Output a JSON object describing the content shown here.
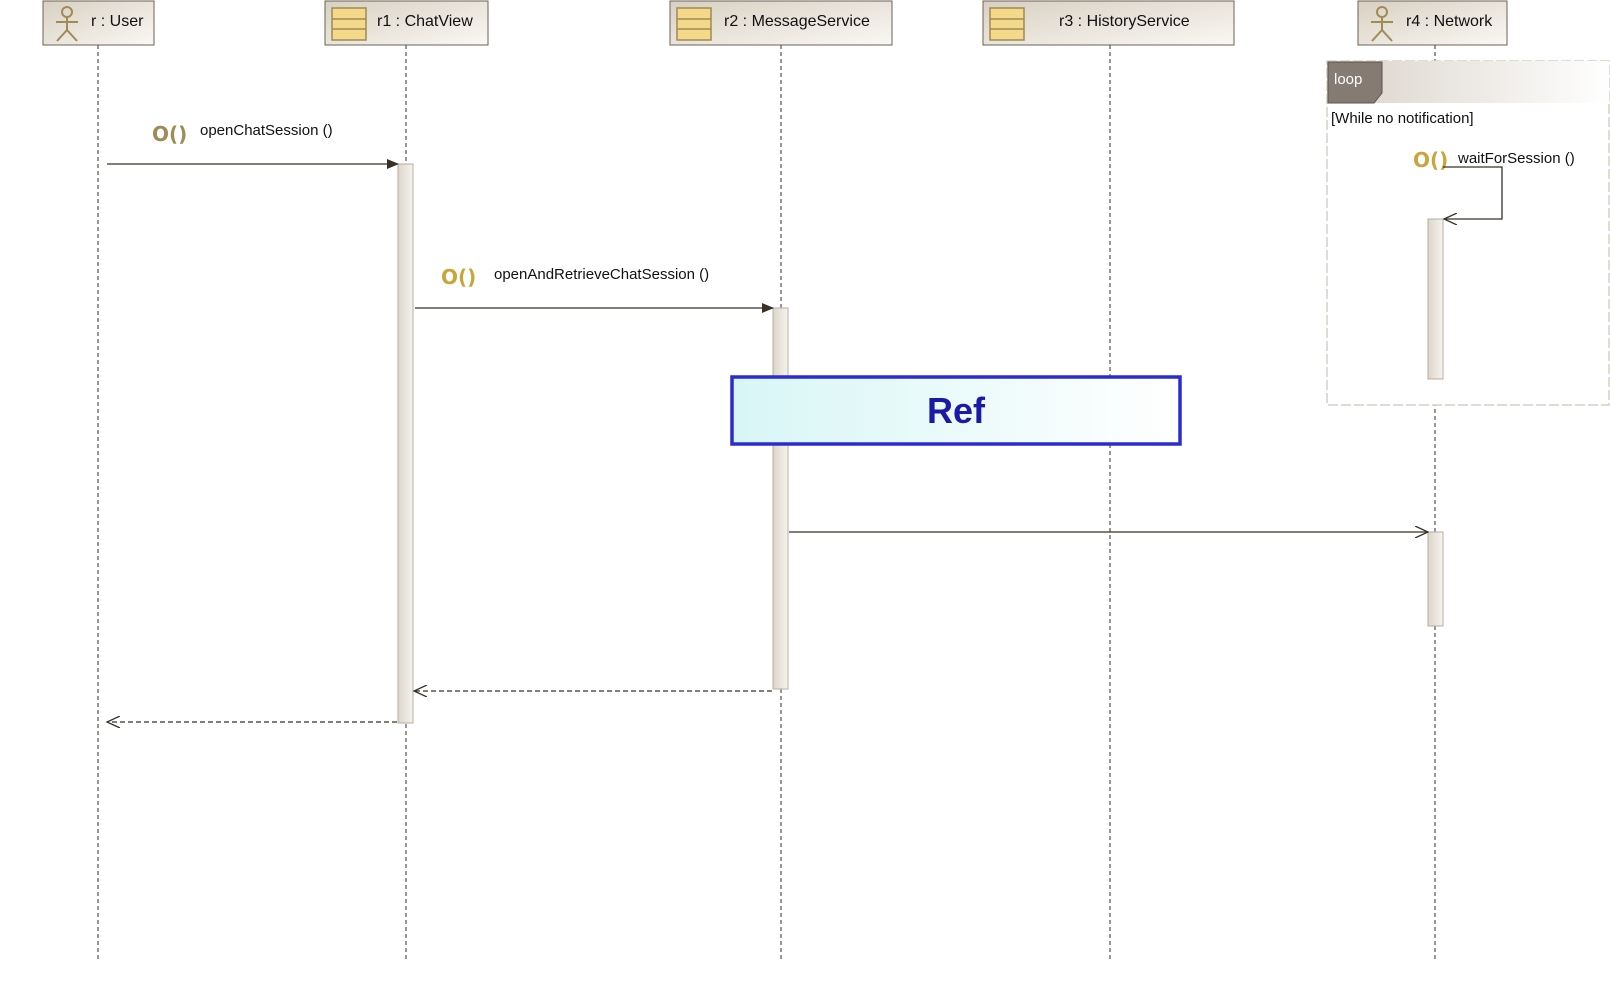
{
  "lifelines": [
    {
      "label": "r : User",
      "kind": "actor"
    },
    {
      "label": "r1 : ChatView",
      "kind": "object"
    },
    {
      "label": "r2 : MessageService",
      "kind": "object"
    },
    {
      "label": "r3 : HistoryService",
      "kind": "object"
    },
    {
      "label": "r4 : Network",
      "kind": "actor"
    }
  ],
  "messages": [
    {
      "label": "openChatSession ()",
      "icon": "O()"
    },
    {
      "label": "openAndRetrieveChatSession ()",
      "icon": "O()"
    },
    {
      "label": "waitForSession ()",
      "icon": "O()"
    }
  ],
  "loop": {
    "tag": "loop",
    "guard": "[While no notification]"
  },
  "ref": {
    "label": "Ref"
  },
  "colors": {
    "head_fill": "#ede8de",
    "activation_fill": "#ece7df",
    "object_icon": "#f5d98a",
    "icon_gold": "#c9a53b",
    "icon_dark_gold": "#a08a55",
    "loop_tag": "#857b72",
    "ref_border": "#2b2bcf",
    "ref_fill": "#e2f8f8"
  }
}
